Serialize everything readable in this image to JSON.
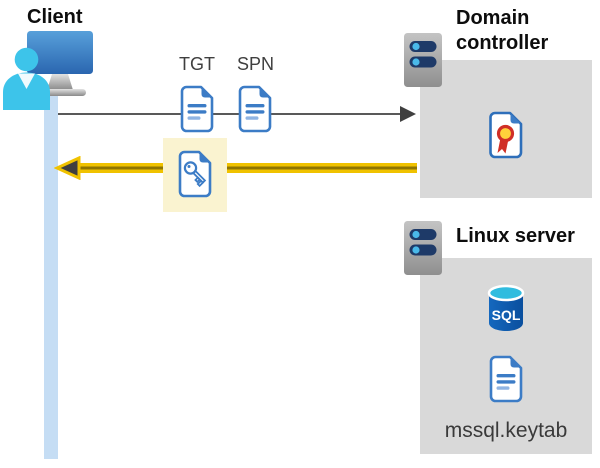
{
  "client": {
    "label": "Client"
  },
  "flow": {
    "tgt_label": "TGT",
    "spn_label": "SPN"
  },
  "domain_controller": {
    "label": "Domain controller"
  },
  "linux_server": {
    "label": "Linux server",
    "sql_badge": "SQL",
    "keytab_file": "mssql.keytab"
  },
  "colors": {
    "box_gray": "#d9d9d9",
    "highlight_yellow": "#faf3d0",
    "lifeline_blue": "#c5ddf4",
    "request_arrow_gray": "#595959",
    "response_arrow_gold": "#f0c200",
    "response_arrow_core": "#8f7500",
    "arrowhead_dark": "#3f3f3f",
    "document_blue": "#3c7cc6",
    "person_cyan": "#3dc4ea",
    "monitor_blue": "#2a66b0",
    "sql_body_blue": "#0d5cb2",
    "sql_top_cyan": "#30bcdf",
    "seal_yellow": "#ffd23b",
    "seal_red": "#d02f26",
    "server_bar_navy": "#1e3a68",
    "server_dot_blue": "#4ab9e9"
  }
}
